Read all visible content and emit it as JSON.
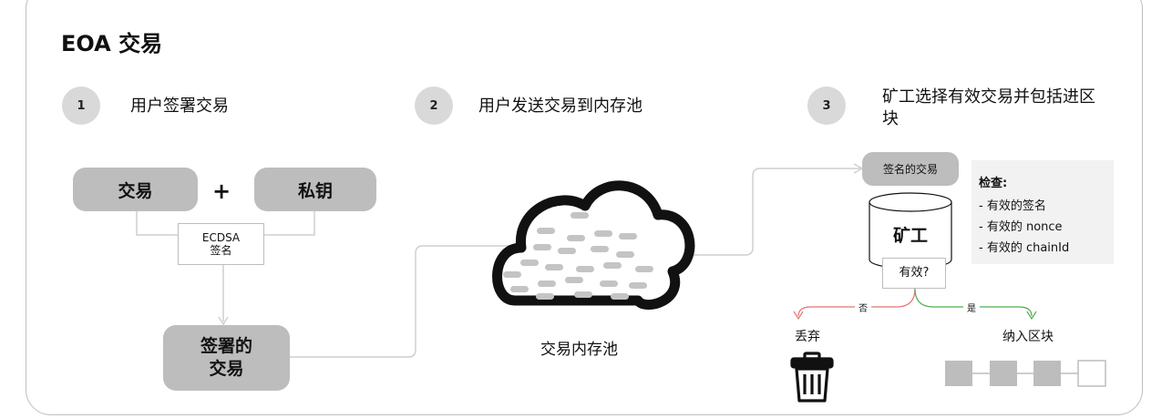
{
  "title": "EOA 交易",
  "steps": [
    {
      "number": "1",
      "label": "用户签署交易"
    },
    {
      "number": "2",
      "label": "用户发送交易到内存池"
    },
    {
      "number": "3",
      "label": "矿工选择有效交易并包括进区块"
    }
  ],
  "sign": {
    "tx_label": "交易",
    "plus": "+",
    "key_label": "私钥",
    "ecdsa_line1": "ECDSA",
    "ecdsa_line2": "签名",
    "signed_line1": "签署的",
    "signed_line2": "交易"
  },
  "mempool": {
    "label": "交易内存池"
  },
  "miner": {
    "signed_tx": "签名的交易",
    "miner_label": "矿工",
    "valid_question": "有效?",
    "no_label": "否",
    "yes_label": "是",
    "discard_label": "丢弃",
    "include_label": "纳入区块"
  },
  "checks": {
    "title": "检查:",
    "items": [
      "- 有效的签名",
      "- 有效的 nonce",
      "- 有效的 chainId"
    ]
  },
  "colors": {
    "pill": "#bdbdbd",
    "circle": "#d9d9d9",
    "no_arrow": "#e57373",
    "yes_arrow": "#4caf50",
    "cloud_dash": "#bdbdbd"
  }
}
